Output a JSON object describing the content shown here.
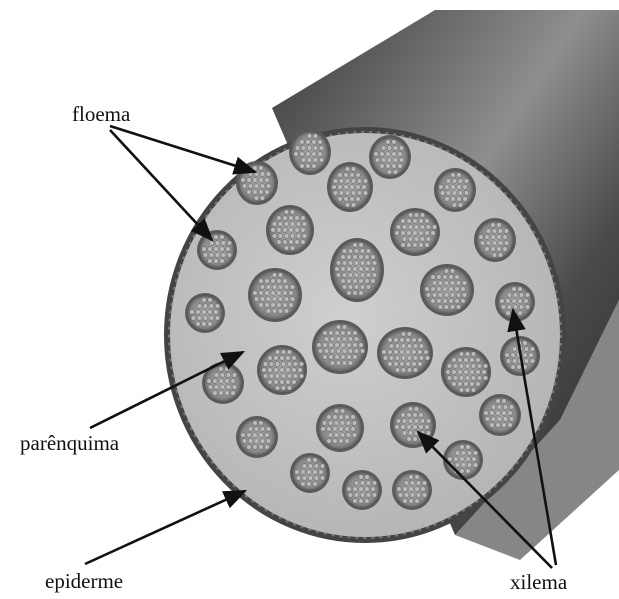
{
  "labels": {
    "floema": "floema",
    "parenquima": "parênquima",
    "epiderme": "epiderme",
    "xilema": "xilema"
  },
  "colors": {
    "background": "#ffffff",
    "stem_dark": "#2e2e2e",
    "stem_light": "#8a8a8a",
    "cross_section": "#c4c4c4",
    "bundle_outer": "#5a5a5a",
    "bundle_inner": "#9e9e9e",
    "arrow": "#111111"
  }
}
